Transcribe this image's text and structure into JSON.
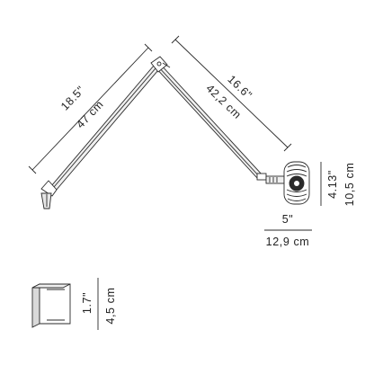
{
  "colors": {
    "ink": "#2a2a2a",
    "arm_fill": "#efefef",
    "head_fill": "#ffffff",
    "base_shade": "#d9d9d9"
  },
  "dimensions": {
    "lower_arm_in": "18.5\"",
    "lower_arm_cm": "47 cm",
    "upper_arm_in": "16.6\"",
    "upper_arm_cm": "42,2 cm",
    "head_width_in": "5\"",
    "head_width_cm": "12,9 cm",
    "head_height_in": "4.13\"",
    "head_height_cm": "10,5 cm",
    "base_height_in": "1.7\"",
    "base_height_cm": "4,5 cm"
  }
}
